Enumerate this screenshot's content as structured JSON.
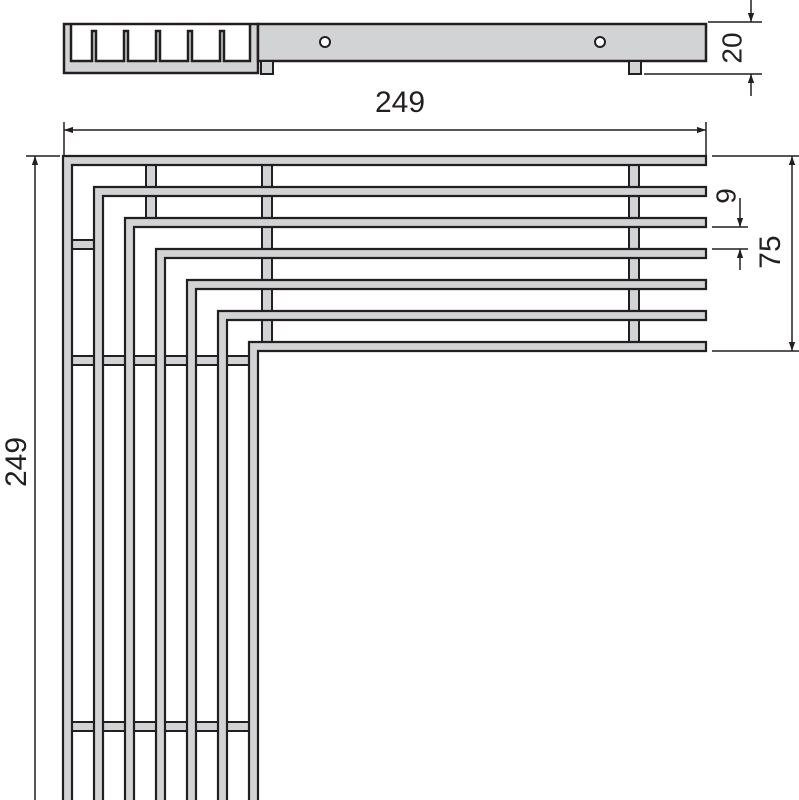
{
  "dimensions": {
    "height_side_view": "20",
    "width_top": "249",
    "height_left": "249",
    "rod_spacing": "9",
    "shelf_depth": "75"
  },
  "colors": {
    "line": "#231f20",
    "rod_fill": "#d1d3d4",
    "background": "#ffffff"
  }
}
